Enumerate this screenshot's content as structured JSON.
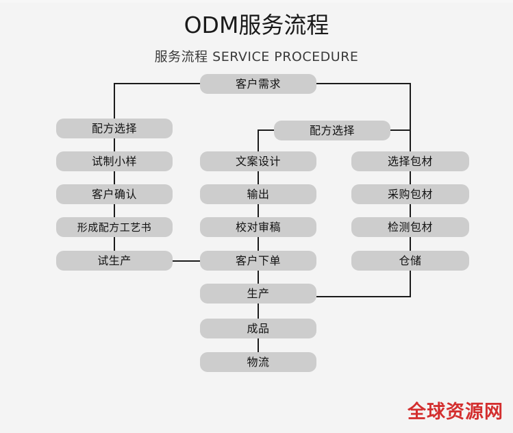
{
  "header": {
    "title": "ODM服务流程",
    "subtitle": "服务流程 SERVICE PROCEDURE"
  },
  "watermark": {
    "text": "全球资源网",
    "color": "#d32f2f"
  },
  "colors": {
    "background": "#f4f4f4",
    "node_fill": "#cdcdcd",
    "node_text": "#111111",
    "connector": "#1a1a1a"
  },
  "flow": {
    "root": {
      "label": "客户需求"
    },
    "columns": [
      {
        "name": "formula-column",
        "nodes": [
          {
            "label": "配方选择"
          },
          {
            "label": "试制小样"
          },
          {
            "label": "客户确认"
          },
          {
            "label": "形成配方工艺书"
          },
          {
            "label": "试生产"
          }
        ]
      },
      {
        "name": "copy-column",
        "nodes": [
          {
            "label": "配方选择"
          },
          {
            "label": "文案设计"
          },
          {
            "label": "输出"
          },
          {
            "label": "校对审稿"
          },
          {
            "label": "客户下单"
          },
          {
            "label": "生产"
          },
          {
            "label": "成品"
          },
          {
            "label": "物流"
          }
        ]
      },
      {
        "name": "packaging-column",
        "nodes": [
          {
            "label": "选择包材"
          },
          {
            "label": "采购包材"
          },
          {
            "label": "检测包材"
          },
          {
            "label": "仓储"
          }
        ]
      }
    ]
  }
}
